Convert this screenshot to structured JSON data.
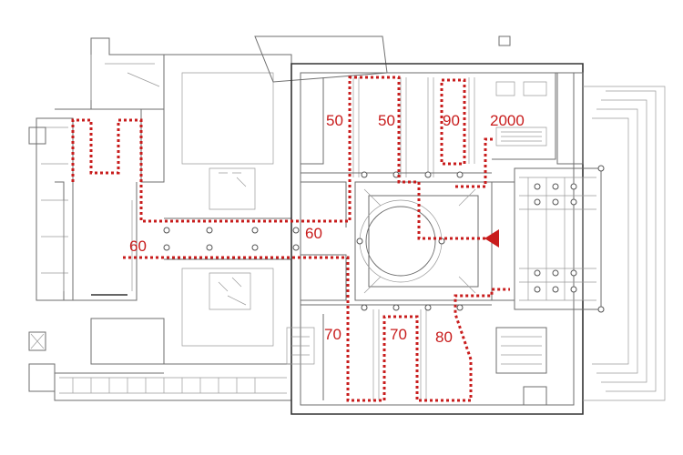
{
  "colors": {
    "route": "#c81c1c",
    "walls": "#6e6e6e",
    "background": "#ffffff"
  },
  "zones": [
    {
      "id": "zone-50-left",
      "label": "50"
    },
    {
      "id": "zone-50-right",
      "label": "50"
    },
    {
      "id": "zone-90",
      "label": "90"
    },
    {
      "id": "zone-2000",
      "label": "2000"
    },
    {
      "id": "zone-60-right",
      "label": "60"
    },
    {
      "id": "zone-60-left",
      "label": "60"
    },
    {
      "id": "zone-70-left",
      "label": "70"
    },
    {
      "id": "zone-70-right",
      "label": "70"
    },
    {
      "id": "zone-80",
      "label": "80"
    }
  ],
  "entrance_marker": {
    "icon": "triangle-arrow-icon",
    "direction": "left"
  }
}
